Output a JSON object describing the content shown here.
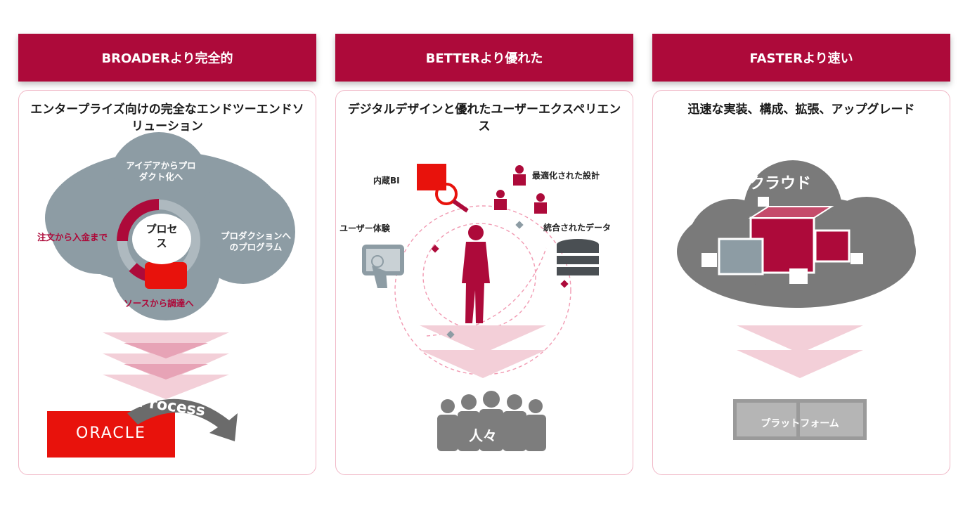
{
  "columns": [
    {
      "header": "BROADERより完全的",
      "subtitle": "エンタープライズ向けの完全なエンドツーエンドソリューション",
      "cloud_labels": {
        "top": "アイデアからプロダクト化へ",
        "left": "注文から入金まで",
        "right": "プロダクションへのプログラム",
        "bottom": "ソースから調達へ",
        "center": "プロセス"
      },
      "arrow_text": "Process",
      "logo_text": "ORACLE"
    },
    {
      "header": "BETTERより優れた",
      "subtitle": "デジタルデザインと優れたユーザーエクスペリエンス",
      "labels": {
        "embedded_bi": "内蔵BI",
        "optimized_design": "最適化された設計",
        "user_experience": "ユーザー体験",
        "integrated_data": "統合されたデータ",
        "people": "人々"
      }
    },
    {
      "header": "FASTERより速い",
      "subtitle": "迅速な実装、構成、拡張、アップグレード",
      "cloud_label": "クラウド",
      "platform_label": "プラットフォーム"
    }
  ],
  "colors": {
    "brand": "#ad0a3a",
    "cloud_gray": "#8d9ca4",
    "dark_gray": "#6b6b6b",
    "oracle_red": "#e8120c"
  }
}
